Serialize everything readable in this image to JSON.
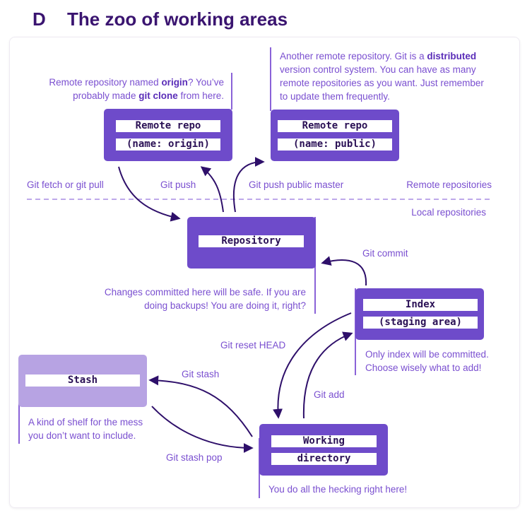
{
  "header": {
    "letter": "D",
    "title": "The zoo of working areas"
  },
  "boxes": {
    "origin": {
      "line1": "Remote repo",
      "line2": "(name: origin)"
    },
    "public": {
      "line1": "Remote repo",
      "line2": "(name: public)"
    },
    "repository": {
      "line1": "Repository"
    },
    "index": {
      "line1": "Index",
      "line2": "(staging area)"
    },
    "stash": {
      "line1": "Stash"
    },
    "working": {
      "line1": "Working",
      "line2": "directory"
    }
  },
  "notes": {
    "origin": {
      "a": "Remote repository named ",
      "b": "origin",
      "c": "? You’ve",
      "d": "probably made ",
      "e": "git clone",
      "f": " from here."
    },
    "public": {
      "a": "Another remote repository. Git is a ",
      "b": "distributed",
      "c": "version control system. You can have as many",
      "d": "remote repositories as you want. Just remember",
      "e": "to update them frequently."
    },
    "repository": {
      "l1": "Changes committed here will be safe. If you are",
      "l2": "doing backups! You are doing it, right?"
    },
    "index": {
      "l1": "Only index will be committed.",
      "l2": "Choose wisely what to add!"
    },
    "stash": {
      "l1": "A kind of shelf for the mess",
      "l2": "you don’t want to include."
    },
    "working": {
      "l1": "You do all the hecking right here!"
    }
  },
  "labels": {
    "fetch": "Git fetch or git pull",
    "push": "Git push",
    "push_public": "Git push public master",
    "remote_section": "Remote repositories",
    "local_section": "Local repositories",
    "commit": "Git commit",
    "reset": "Git reset HEAD",
    "add": "Git add",
    "stash": "Git stash",
    "stash_pop": "Git stash pop"
  },
  "colors": {
    "box": "#6e4bca",
    "stash_box": "#b7a3e3",
    "arrow": "#2e0f6a",
    "text": "#7a4fd0",
    "title": "#3a1470"
  }
}
